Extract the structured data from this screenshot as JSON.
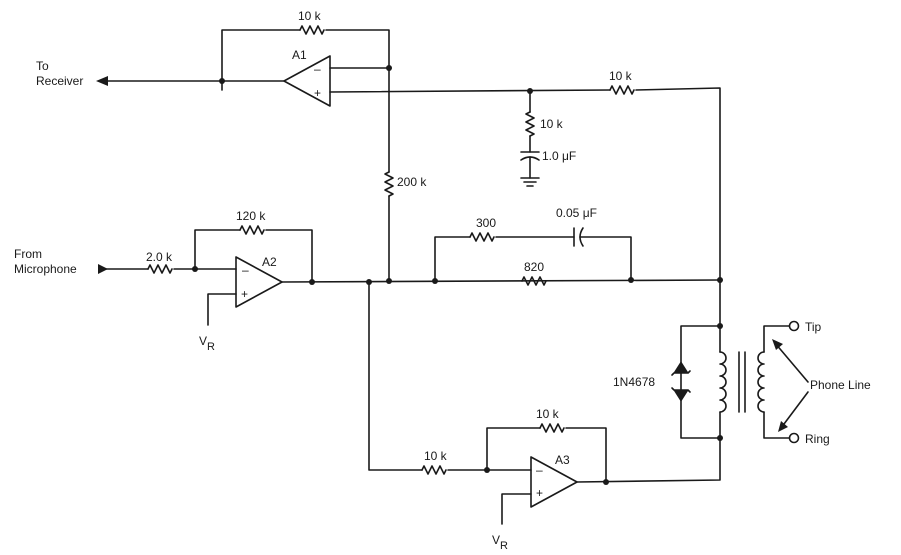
{
  "labels": {
    "to_receiver": [
      "To",
      "Receiver"
    ],
    "from_microphone": [
      "From",
      "Microphone"
    ],
    "phone_line": "Phone Line",
    "tip": "Tip",
    "ring": "Ring",
    "zener": "1N4678",
    "vr_a2": "V",
    "vr_a3": "V",
    "vr_sub": "R"
  },
  "opamps": {
    "a1": {
      "name": "A1",
      "minus": "–",
      "plus": "+"
    },
    "a2": {
      "name": "A2",
      "minus": "–",
      "plus": "+"
    },
    "a3": {
      "name": "A3",
      "minus": "–",
      "plus": "+"
    }
  },
  "components": {
    "r_a1_feedback": "10 k",
    "r_a1_plus": "10 k",
    "r_shunt": "10 k",
    "c_shunt": "1.0 μF",
    "r_200k": "200 k",
    "r_a2_feedback": "120 k",
    "r_mic_in": "2.0 k",
    "r_300": "300",
    "c_005": "0.05 μF",
    "r_820": "820",
    "r_a3_feedback": "10 k",
    "r_a3_in": "10 k"
  }
}
